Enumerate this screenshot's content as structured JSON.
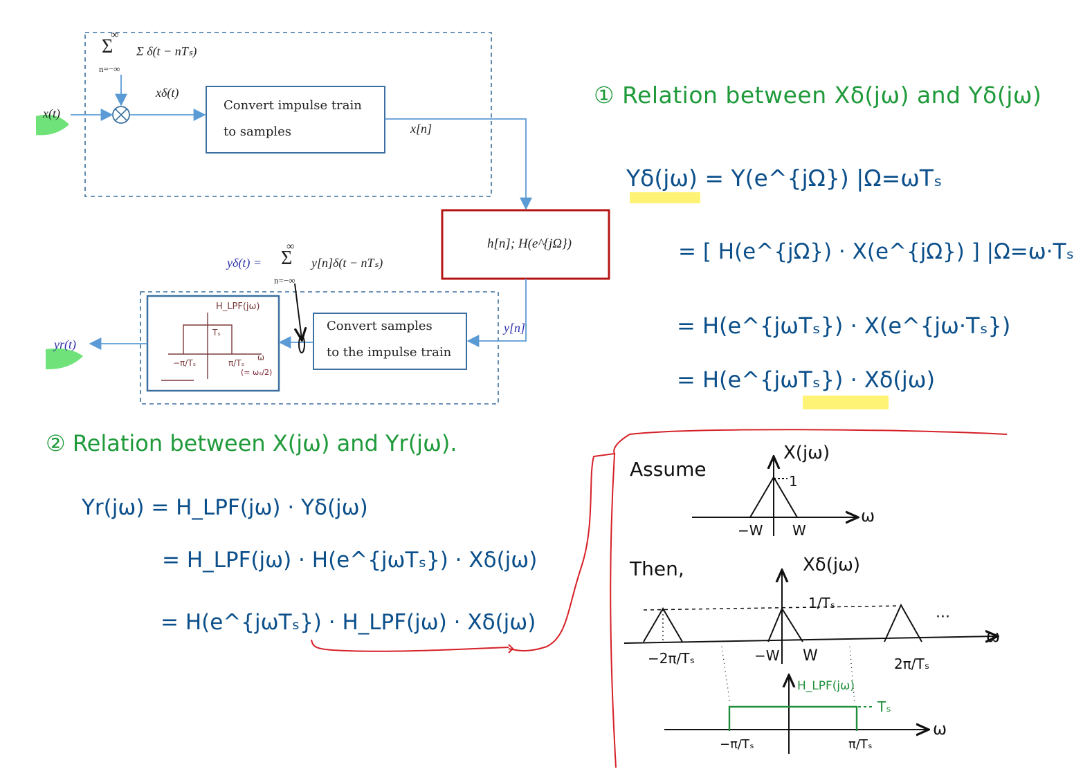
{
  "diagram": {
    "impulse_sum": "Σ δ(t − nTₛ)",
    "sum_upper": "∞",
    "sum_lower": "n=−∞",
    "input_signal": "x(t)",
    "sampled_signal": "xδ(t)",
    "convert_block": {
      "line1": "Convert impulse train",
      "line2": "to samples"
    },
    "discrete_signal": "x[n]",
    "system_block": "h[n];  H(e^{jΩ})",
    "y_delta_eq": {
      "lhs": "yδ(t) =",
      "rhs": "y[n]δ(t − nTₛ)",
      "upper": "∞",
      "lower": "n=−∞"
    },
    "output_discrete": "y[n]",
    "convert_back_block": {
      "line1": "Convert samples",
      "line2": "to the impulse train"
    },
    "output_signal": "yr(t)",
    "lpf": {
      "title": "H_LPF(jω)",
      "height": "Tₛ",
      "neg": "−π/Tₛ",
      "pos": "π/Tₛ",
      "note": "(= ωₛ/2)",
      "axis": "ω"
    }
  },
  "section1": {
    "title": "① Relation between Xδ(jω) and Yδ(jω)",
    "lines": [
      "Yδ(jω)  =  Y(e^{jΩ}) |Ω=ωTₛ",
      "= [ H(e^{jΩ}) · X(e^{jΩ}) ] |Ω=ω·Tₛ",
      "= H(e^{jωTₛ}) · X(e^{jω·Tₛ})",
      "= H(e^{jωTₛ}) · Xδ(jω)"
    ]
  },
  "section2": {
    "title": "② Relation between X(jω) and Yr(jω).",
    "lines": [
      "Yr(jω) = H_LPF(jω) · Yδ(jω)",
      "= H_LPF(jω) · H(e^{jωTₛ}) · Xδ(jω)",
      "= H(e^{jωTₛ}) · H_LPF(jω) · Xδ(jω)"
    ]
  },
  "panel": {
    "assume": "Assume",
    "x_title": "X(jω)",
    "x_peak": "1",
    "x_neg": "−W",
    "x_pos": "W",
    "omega": "ω",
    "then": "Then,",
    "xd_title": "Xδ(jω)",
    "xd_peak": "1/Tₛ",
    "xd_neg2pi": "−2π/Tₛ",
    "xd_negw": "−W",
    "xd_w": "W",
    "xd_2pi": "2π/Tₛ",
    "dots": "···",
    "lpf_title": "H_LPF(jω)",
    "lpf_level": "Tₛ",
    "lpf_neg": "−π/Tₛ",
    "lpf_pos": "π/Tₛ"
  },
  "colors": {
    "green": "#1f9a3a",
    "ink": "#0b4f8a",
    "red": "#d62027",
    "box": "#3a6f9f",
    "arrow": "#5b9bd5",
    "darkred": "#b51414",
    "highlight": "#fff266",
    "marker": "#6fe37a"
  }
}
